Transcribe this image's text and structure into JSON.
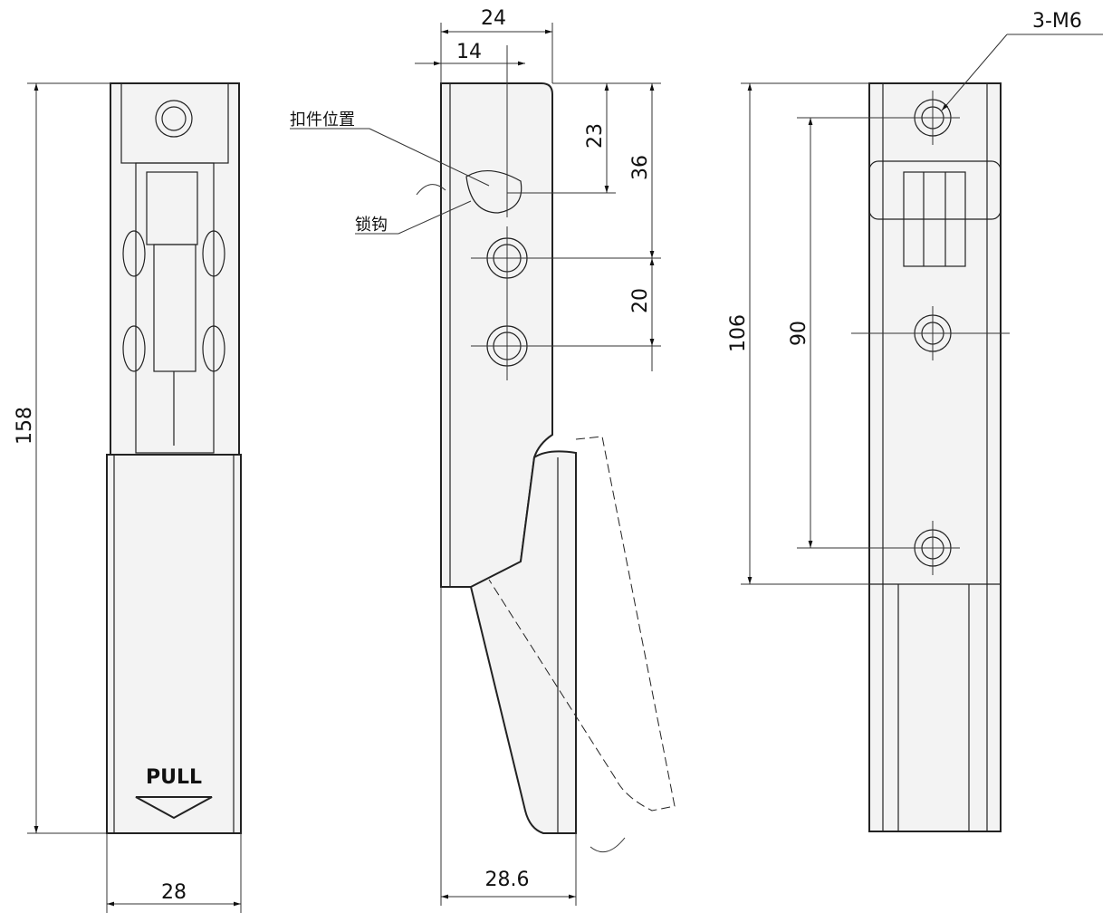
{
  "dimensions": {
    "left_height": "158",
    "left_width": "28",
    "mid_top_width": "24",
    "mid_offset": "14",
    "mid_hole1": "23",
    "mid_hole2": "36",
    "mid_pitch": "20",
    "mid_bottom_width": "28.6",
    "right_height": "106",
    "right_pitch": "90",
    "right_holes": "3-M6"
  },
  "labels": {
    "catch_position": "扣件位置",
    "lock_hook": "锁钩",
    "pull": "PULL"
  }
}
